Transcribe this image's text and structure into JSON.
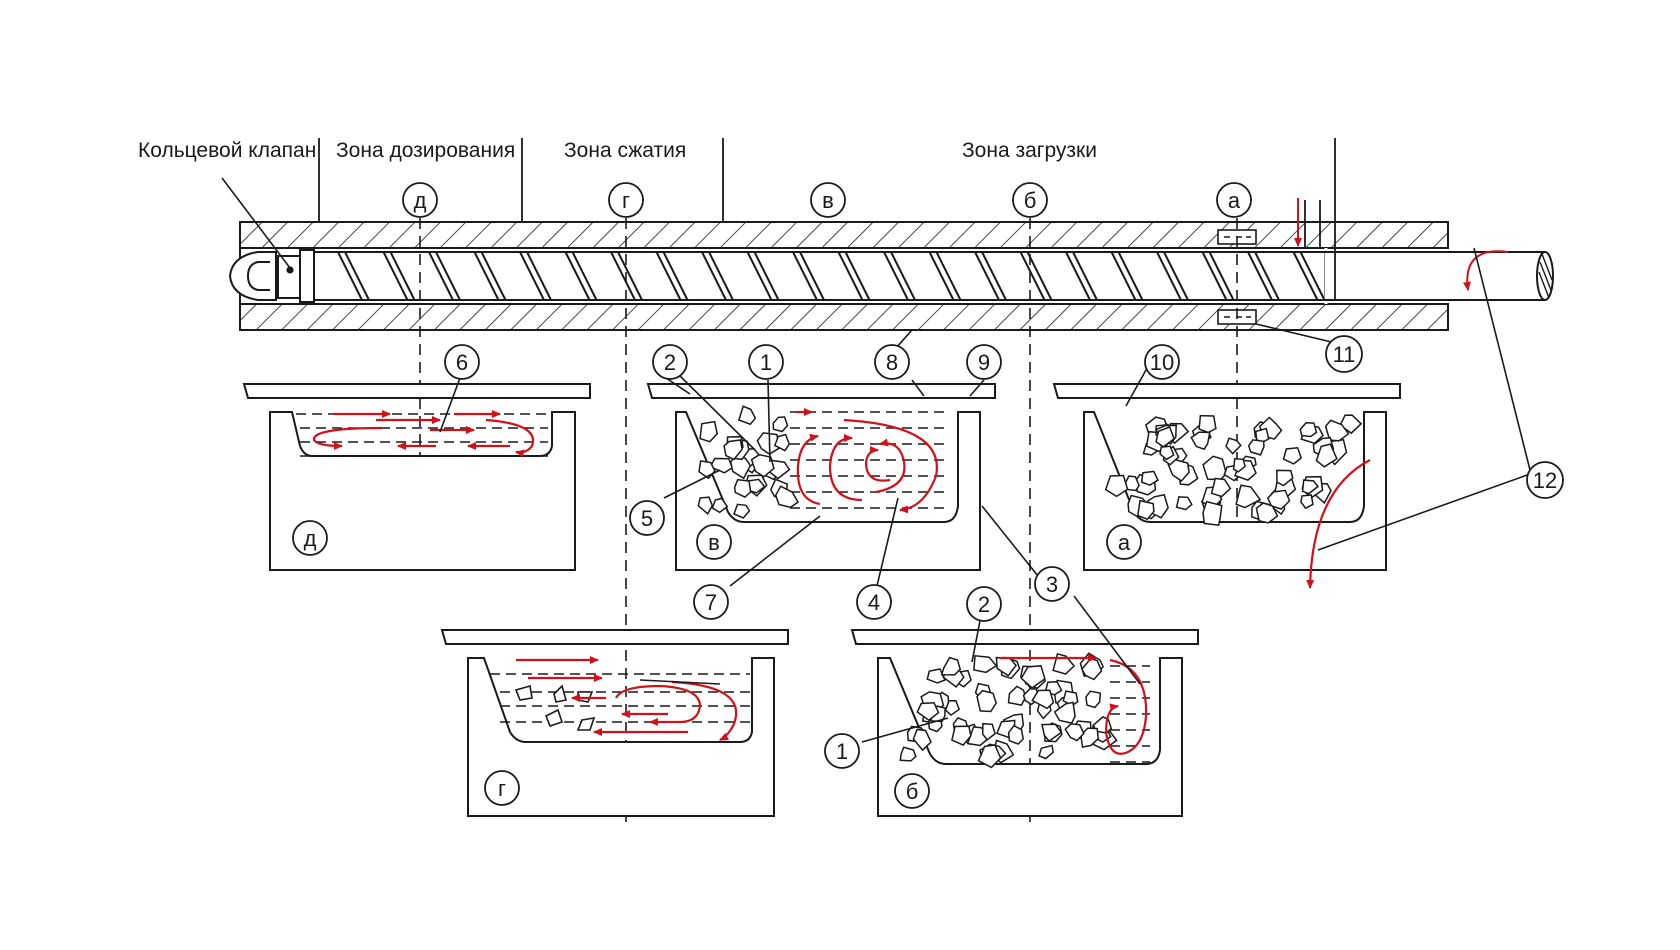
{
  "zones": {
    "ring_valve": "Кольцевой клапан",
    "metering": "Зона дозирования",
    "compression": "Зона сжатия",
    "feed": "Зона загрузки"
  },
  "section_markers": {
    "d": "д",
    "g": "г",
    "v": "в",
    "b": "б",
    "a": "а"
  },
  "numbers": {
    "n1": "1",
    "n2": "2",
    "n3": "3",
    "n4": "4",
    "n5": "5",
    "n6": "6",
    "n7": "7",
    "n8": "8",
    "n9": "9",
    "n10": "10",
    "n11": "11",
    "n12": "12"
  },
  "colors": {
    "line": "#1a1a1a",
    "flow_arrow": "#d0101a",
    "background": "#ffffff"
  }
}
